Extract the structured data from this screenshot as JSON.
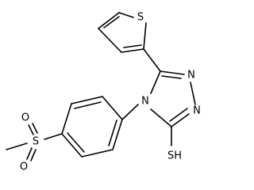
{
  "molecule": {
    "atoms": {
      "S_thiophene": "S",
      "N_upper": "N",
      "N_lower": "N",
      "N_ring": "N",
      "SH": "SH",
      "S_sulfonyl": "S",
      "O_top": "O",
      "O_bottom": "O"
    }
  }
}
